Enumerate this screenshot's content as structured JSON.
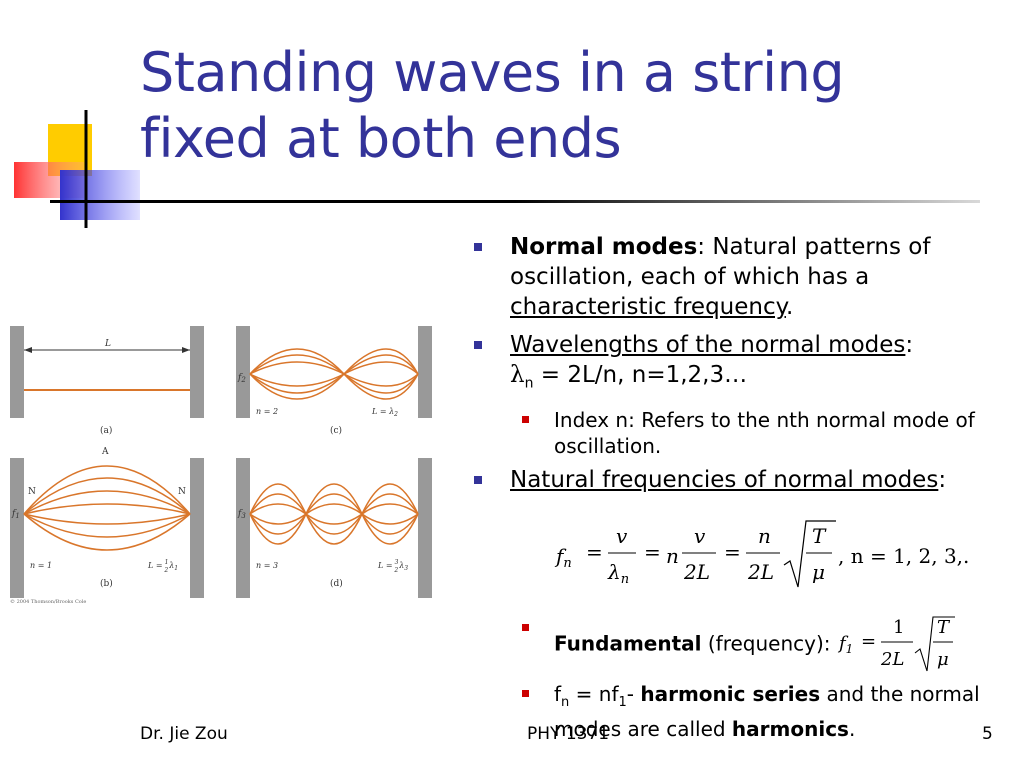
{
  "title": {
    "line1": "Standing waves in a string",
    "line2": "fixed at both ends"
  },
  "bullets": {
    "normal_modes": {
      "term": "Normal modes",
      "rest": ": Natural patterns of oscillation, each of which has a ",
      "underlined": "characteristic frequency",
      "end": "."
    },
    "wavelengths": {
      "underlined": "Wavelengths of the normal modes",
      "colon": ":",
      "lambda": "λ",
      "sub": "n",
      "formula": " = 2L/n, n=1,2,3…"
    },
    "index": {
      "text": "Index n: Refers to the nth normal mode of oscillation."
    },
    "frequencies": {
      "underlined": "Natural frequencies of normal modes",
      "colon": ":"
    },
    "fundamental": {
      "term": "Fundamental",
      "rest": " (frequency): "
    },
    "harmonic": {
      "f": "f",
      "sub_n": "n",
      "mid": " = nf",
      "sub_1": "1",
      "dash": "- ",
      "term1": "harmonic series",
      "mid2": " and the normal modes are called ",
      "term2": "harmonics",
      "end": "."
    }
  },
  "figure": {
    "L_label": "L",
    "panel_a": "(a)",
    "panel_b": "(b)",
    "panel_c": "(c)",
    "panel_d": "(d)",
    "A": "A",
    "N": "N",
    "f1": "f",
    "f1_sub": "1",
    "f2": "f",
    "f2_sub": "2",
    "f3": "f",
    "f3_sub": "3",
    "n1": "n = 1",
    "n2": "n = 2",
    "n3": "n = 3",
    "L_eq_b": "L =",
    "L_eq_c": "L = λ",
    "L_eq_c_sub": "2",
    "L_eq_d": "L =",
    "frac1_num": "1",
    "frac1_den": "2",
    "frac3_num": "3",
    "frac3_den": "2",
    "lambda": "λ",
    "lambda_sub1": "1",
    "lambda_sub3": "3",
    "copyright": "© 2004 Thomson/Brooks Cole"
  },
  "equations": {
    "main_lhs_f": "f",
    "main_lhs_sub": "n",
    "eq": "=",
    "v": "v",
    "lambda": "λ",
    "lambda_sub": "n",
    "n": "n",
    "twoL": "2L",
    "T": "T",
    "mu": "μ",
    "tail": ", n = 1, 2, 3,...",
    "f1": "f",
    "f1_sub": "1",
    "one": "1"
  },
  "footer": {
    "author": "Dr. Jie Zou",
    "course": "PHY 1371",
    "page": "5"
  },
  "colors": {
    "title": "#333399",
    "wave": "#d9762b",
    "bullet_l1": "#333399",
    "bullet_l2": "#cc0000"
  }
}
